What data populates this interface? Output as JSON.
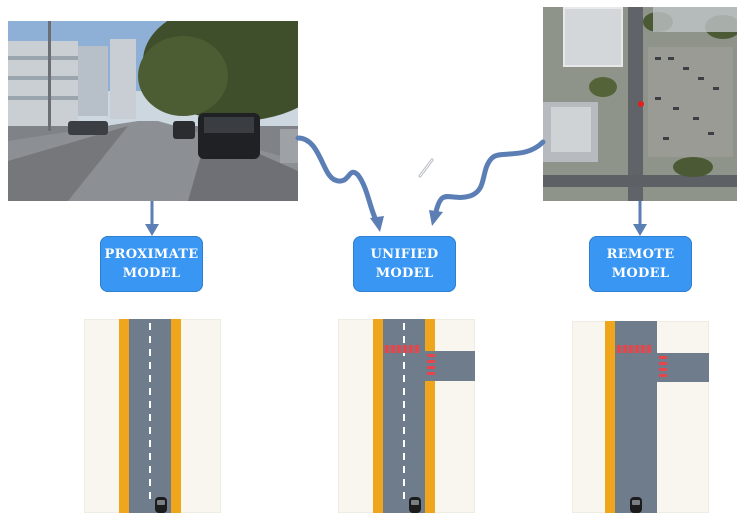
{
  "models": {
    "proximate": {
      "line1": "PROXIMATE",
      "line2": "MODEL"
    },
    "unified": {
      "line1": "UNIFIED",
      "line2": "MODEL"
    },
    "remote": {
      "line1": "REMOTE",
      "line2": "MODEL"
    }
  },
  "images": {
    "street": "street-level-camera-photo",
    "aerial": "aerial-satellite-photo"
  },
  "colors": {
    "box": "#3a96f3",
    "arrow": "#5b7fb5",
    "road": "#6e7c8c",
    "curb": "#efa51c",
    "crosswalk": "#e8454a",
    "panel": "#f8f6ee"
  }
}
